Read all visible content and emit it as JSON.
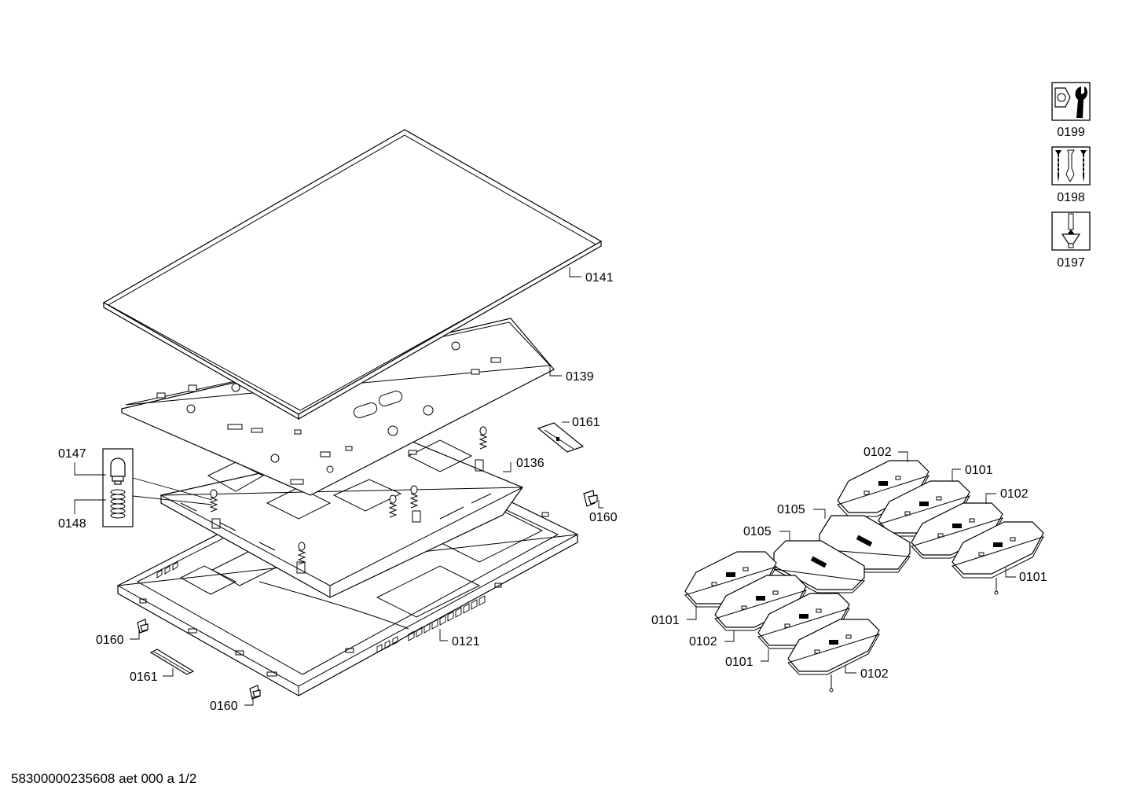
{
  "footer": {
    "document_code": "58300000235608 aet 000 a 1/2"
  },
  "service_icons": [
    {
      "number": "0199",
      "icon": "nut-wrench-icon"
    },
    {
      "number": "0198",
      "icon": "screws-icon"
    },
    {
      "number": "0197",
      "icon": "screwdriver-icon"
    }
  ],
  "parts": {
    "p0141": "0141",
    "p0139": "0139",
    "p0161a": "0161",
    "p0136": "0136",
    "p0147": "0147",
    "p0148": "0148",
    "p0160a": "0160",
    "p0160b": "0160",
    "p0121": "0121",
    "p0161b": "0161",
    "p0160c": "0160",
    "coil_0102a": "0102",
    "coil_0101a": "0101",
    "coil_0102b": "0102",
    "coil_0105a": "0105",
    "coil_0105b": "0105",
    "coil_0101b": "0101",
    "coil_0101c": "0101",
    "coil_0102c": "0102",
    "coil_0101d": "0101",
    "coil_0102d": "0102"
  }
}
